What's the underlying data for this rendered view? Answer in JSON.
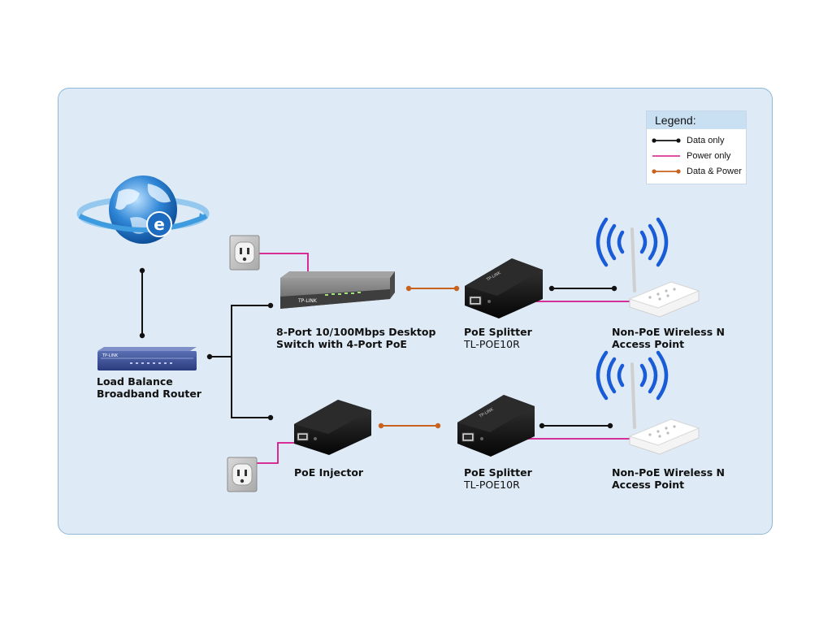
{
  "legend": {
    "title": "Legend:",
    "items": [
      {
        "label": "Data only",
        "color": "#111111",
        "dots": true
      },
      {
        "label": "Power only",
        "color": "#d6148a",
        "dots": false
      },
      {
        "label": "Data & Power",
        "color": "#c8621e",
        "dots": true
      }
    ]
  },
  "devices": {
    "router": {
      "line1": "Load Balance",
      "line2": "Broadband Router"
    },
    "switch": {
      "line1": "8-Port 10/100Mbps Desktop",
      "line2": "Switch with 4-Port PoE",
      "brand": "TP-LINK"
    },
    "splitter_top": {
      "line1": "PoE Splitter",
      "line2": "TL-POE10R",
      "brand": "TP-LINK"
    },
    "ap_top": {
      "line1": "Non-PoE Wireless N",
      "line2": "Access Point"
    },
    "injector": {
      "line1": "PoE Injector"
    },
    "splitter_bottom": {
      "line1": "PoE Splitter",
      "line2": "TL-POE10R",
      "brand": "TP-LINK"
    },
    "ap_bottom": {
      "line1": "Non-PoE Wireless N",
      "line2": "Access Point"
    },
    "router_brand": "TP-LINK"
  },
  "colors": {
    "data": "#111111",
    "power": "#d6148a",
    "data_power": "#c8621e",
    "panel_bg": "#deebf6",
    "globe": "#2a7fd0"
  }
}
